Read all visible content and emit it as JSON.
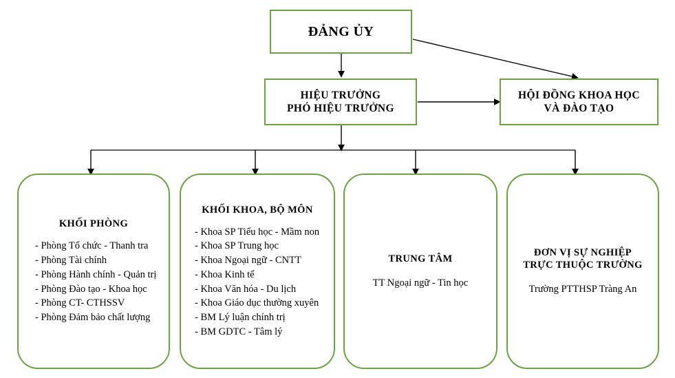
{
  "diagram": {
    "title": "So do to chuc",
    "colors": {
      "node_border": "#6AA344",
      "connector": "#000000",
      "background": "#ffffff",
      "text": "#000000"
    },
    "nodes": {
      "dangui": {
        "title_lines": [
          "ĐẢNG ỦY"
        ]
      },
      "hieutruong": {
        "title_lines": [
          "HIỆU TRƯỞNG",
          "PHÓ HIỆU TRƯỞNG"
        ]
      },
      "hoidong": {
        "title_lines": [
          "HỘI ĐỒNG KHOA HỌC",
          "VÀ ĐÀO TẠO"
        ]
      },
      "khoiphong": {
        "title": "KHỐI PHÒNG",
        "items": [
          "- Phòng Tổ chức - Thanh tra",
          "- Phòng Tài chính",
          "- Phòng Hành chính - Quản trị",
          "- Phòng Đào tạo - Khoa học",
          "- Phòng CT- CTHSSV",
          "- Phòng Đảm bảo chất lượng"
        ]
      },
      "khoikhoa": {
        "title": "KHỐI KHOA, BỘ MÔN",
        "items": [
          "- Khoa SP Tiểu học - Mầm non",
          "- Khoa SP Trung học",
          "- Khoa Ngoại ngữ - CNTT",
          "- Khoa Kinh tế",
          "- Khoa Văn hóa - Du lịch",
          "- Khoa Giáo dục thường xuyên",
          "- BM Lý luận chính trị",
          "- BM GDTC - Tâm lý"
        ]
      },
      "trungtam": {
        "title": "TRUNG TÂM",
        "subtitle": "TT Ngoại ngữ - Tin học"
      },
      "donvi": {
        "title_lines": [
          "ĐƠN VỊ SỰ NGHIỆP",
          "TRỰC THUỘC TRƯỜNG"
        ],
        "subtitle": "Trường PTTHSP Tràng An"
      }
    },
    "connectors": [
      {
        "name": "dangui-to-hieutruong",
        "type": "vertical-arrow"
      },
      {
        "name": "dangui-to-hoidong",
        "type": "diagonal-arrow"
      },
      {
        "name": "hieutruong-to-hoidong",
        "type": "horizontal-arrow"
      },
      {
        "name": "hieutruong-to-bus",
        "type": "vertical-arrow"
      },
      {
        "name": "bus-to-khoiphong",
        "type": "vertical-arrow"
      },
      {
        "name": "bus-to-khoikhoa",
        "type": "vertical-arrow"
      },
      {
        "name": "bus-to-trungtam",
        "type": "vertical-arrow"
      },
      {
        "name": "bus-to-donvi",
        "type": "vertical-arrow"
      }
    ]
  }
}
